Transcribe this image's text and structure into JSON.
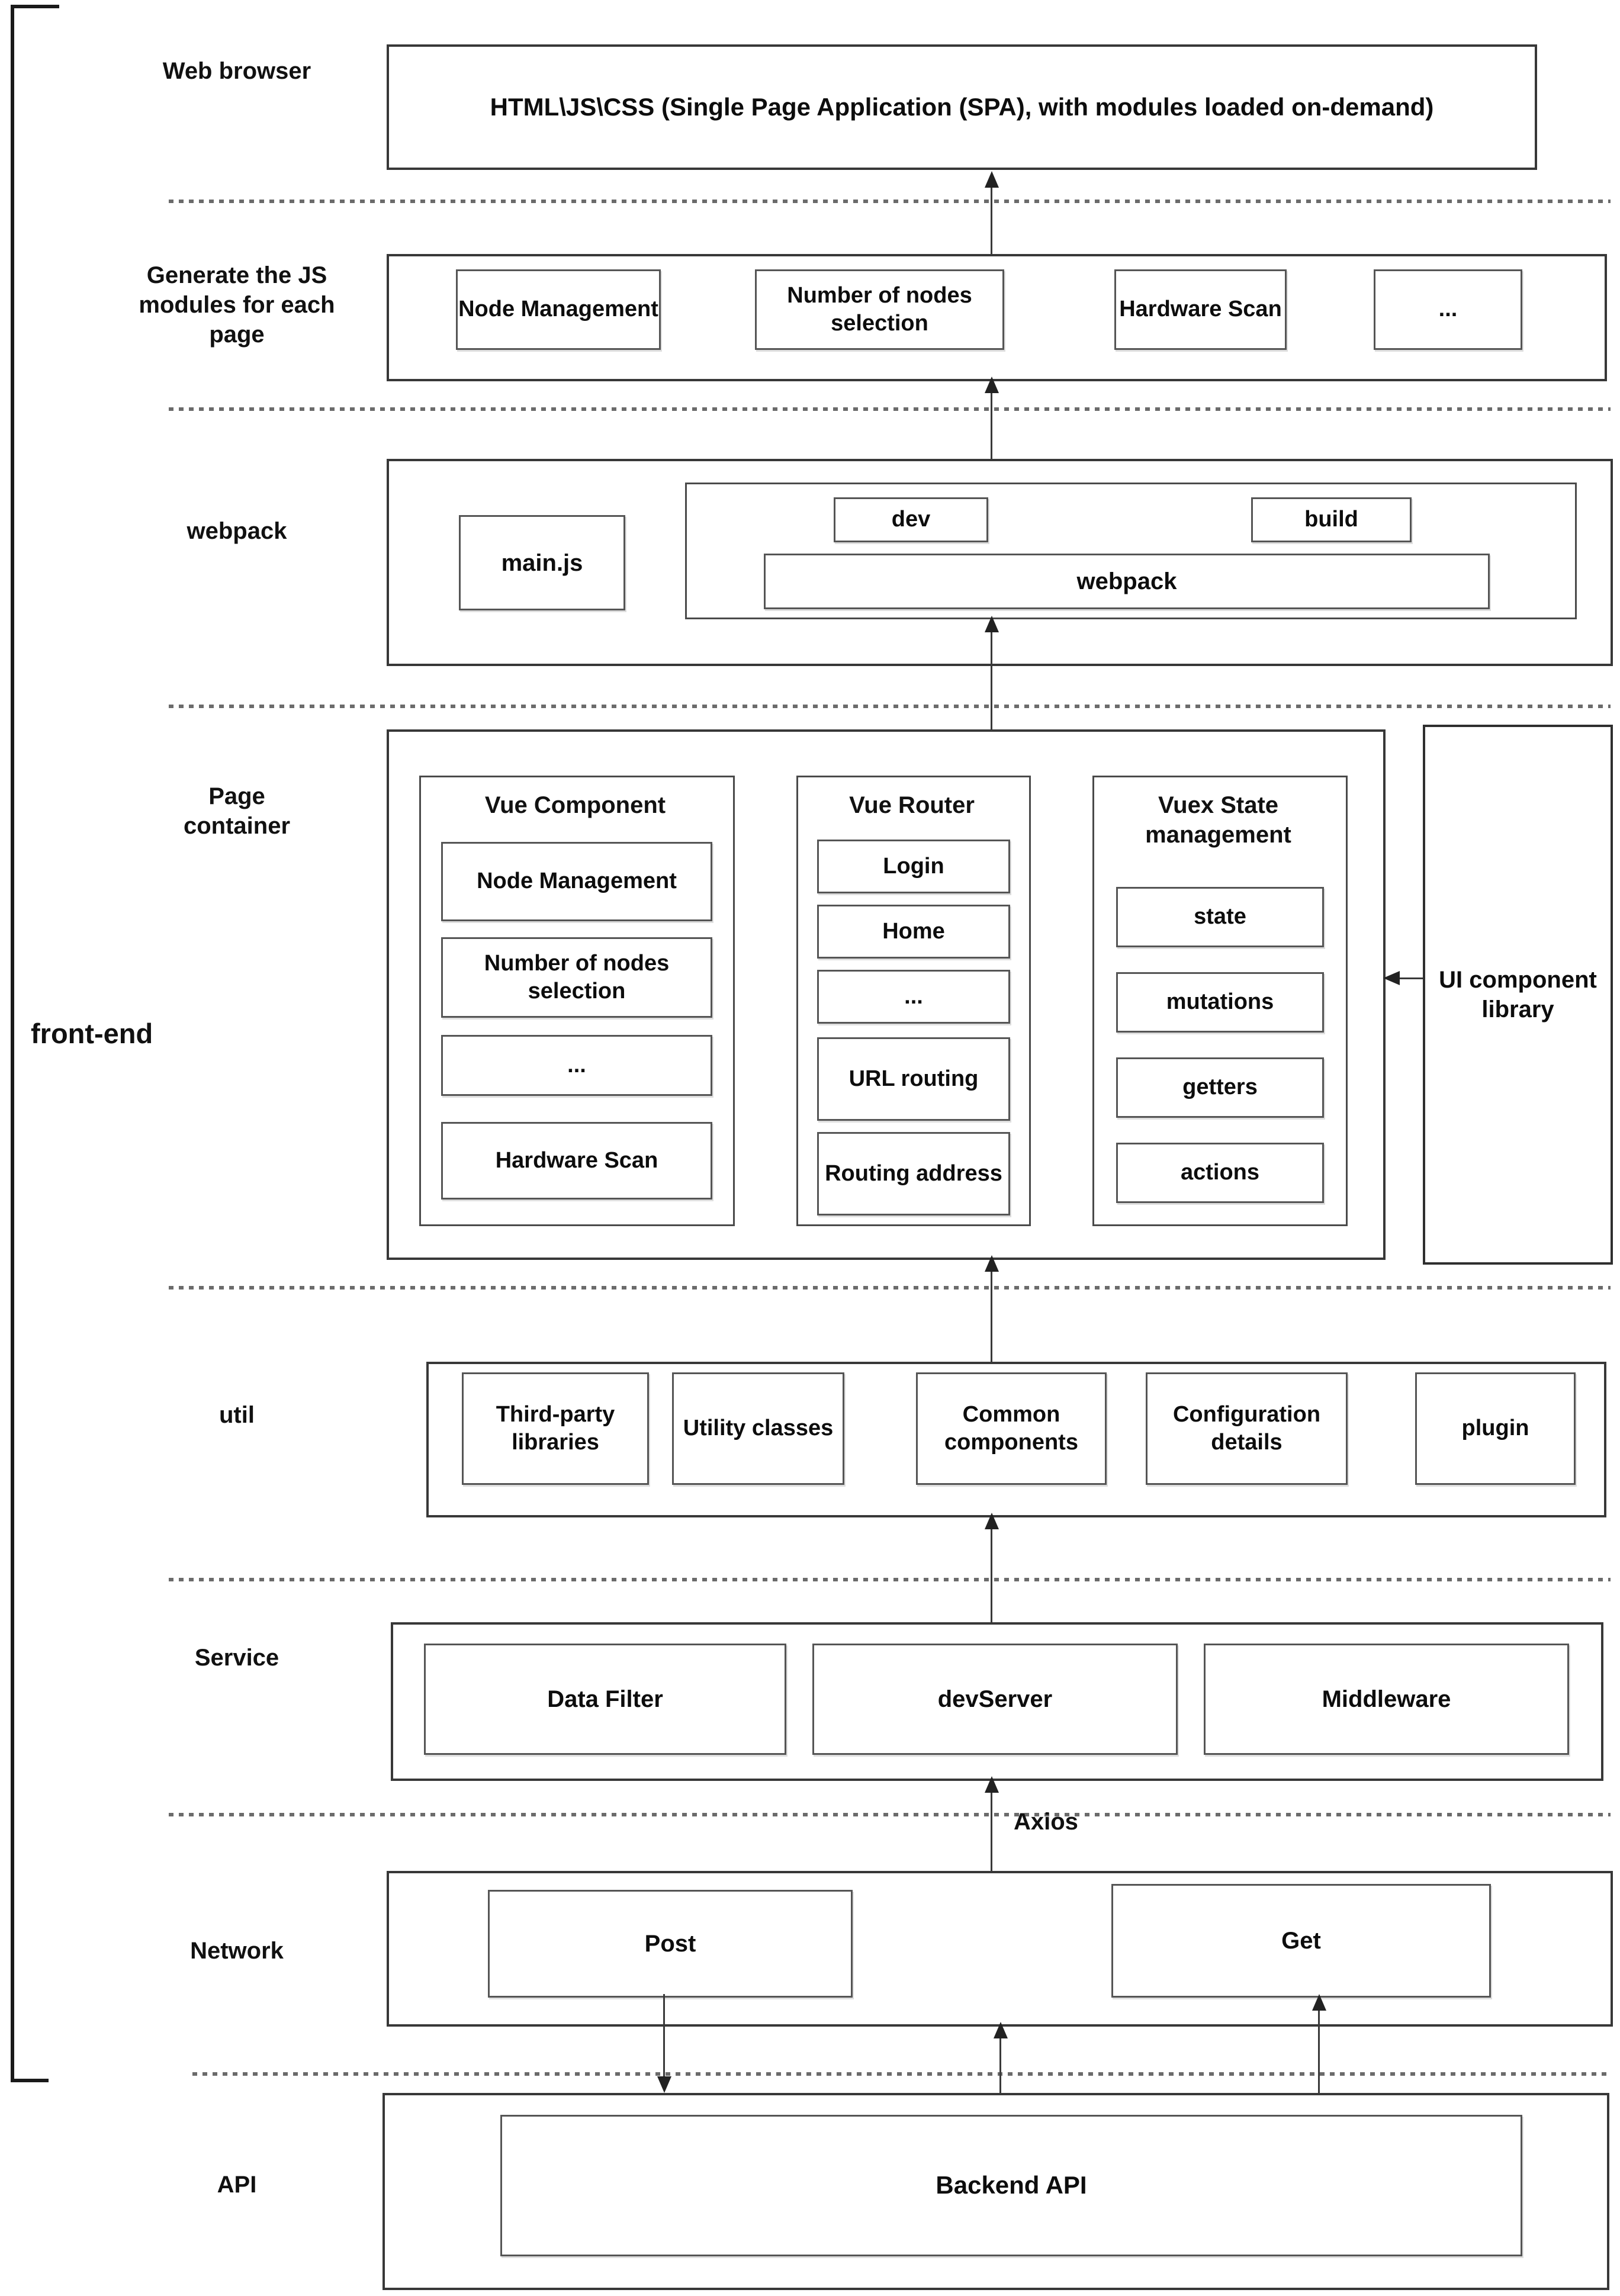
{
  "side": {
    "bracket_label": "front-end"
  },
  "rows": {
    "web_browser": {
      "label": "Web browser",
      "box": "HTML\\JS\\CSS  (Single Page Application (SPA), with modules loaded on-demand)"
    },
    "modules": {
      "label": "Generate the JS modules for each page",
      "items": [
        "Node Management",
        "Number of nodes selection",
        "Hardware Scan",
        "..."
      ]
    },
    "webpack": {
      "label": "webpack",
      "main": "main.js",
      "dev": "dev",
      "build": "build",
      "bar": "webpack"
    },
    "page_container": {
      "label": "Page container",
      "vue_component": {
        "title": "Vue Component",
        "items": [
          "Node Management",
          "Number of nodes selection",
          "...",
          "Hardware Scan"
        ]
      },
      "vue_router": {
        "title": "Vue Router",
        "items": [
          "Login",
          "Home",
          "...",
          "URL routing",
          "Routing address"
        ]
      },
      "vuex": {
        "title": "Vuex State management",
        "items": [
          "state",
          "mutations",
          "getters",
          "actions"
        ]
      },
      "ui_library": "UI component library"
    },
    "util": {
      "label": "util",
      "items": [
        "Third-party libraries",
        "Utility classes",
        "Common components",
        "Configuration details",
        "plugin"
      ]
    },
    "service": {
      "label": "Service",
      "items": [
        "Data Filter",
        "devServer",
        "Middleware"
      ]
    },
    "network": {
      "label": "Network",
      "axios": "Axios",
      "post": "Post",
      "get": "Get"
    },
    "api": {
      "label": "API",
      "backend": "Backend API"
    }
  }
}
